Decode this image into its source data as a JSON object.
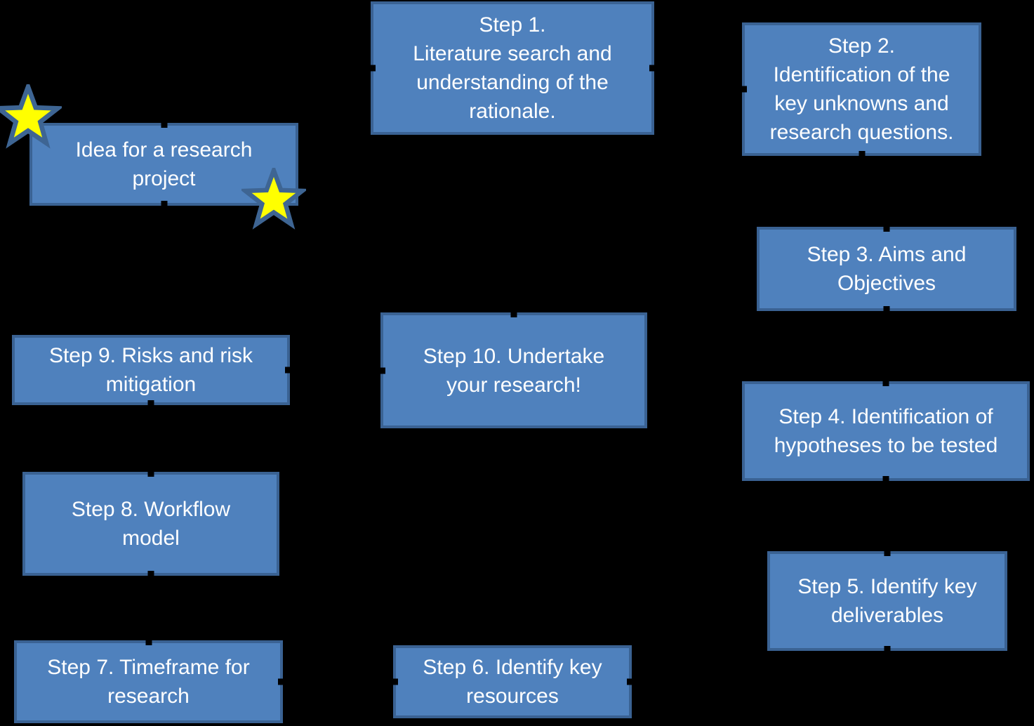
{
  "diagram": {
    "description": "Research project steps flowchart",
    "colors": {
      "background": "#000000",
      "box_fill": "#4F81BD",
      "box_border": "#3A6293",
      "box_text": "#FFFFFF",
      "star_fill": "#FFFF00",
      "star_border": "#3E6593",
      "anchor": "#000000"
    },
    "boxes": [
      {
        "id": "idea",
        "text": "Idea for a research\nproject",
        "anchors": [
          "top",
          "bottom"
        ]
      },
      {
        "id": "step1",
        "text": "Step 1.\nLiterature search and\nunderstanding of the\nrationale.",
        "anchors": [
          "left",
          "right"
        ]
      },
      {
        "id": "step2",
        "text": "Step 2.\nIdentification of the\nkey unknowns and\nresearch questions.",
        "anchors": [
          "left",
          "bottom"
        ]
      },
      {
        "id": "step3",
        "text": "Step 3. Aims and\nObjectives",
        "anchors": [
          "top",
          "bottom"
        ]
      },
      {
        "id": "step4",
        "text": "Step 4. Identification of\nhypotheses to be tested",
        "anchors": [
          "top",
          "bottom"
        ]
      },
      {
        "id": "step5",
        "text": "Step 5. Identify key\ndeliverables",
        "anchors": [
          "top",
          "bottom"
        ]
      },
      {
        "id": "step6",
        "text": "Step 6. Identify key\nresources",
        "anchors": [
          "left",
          "right"
        ]
      },
      {
        "id": "step7",
        "text": "Step 7. Timeframe for\nresearch",
        "anchors": [
          "top",
          "right"
        ]
      },
      {
        "id": "step8",
        "text": "Step 8. Workflow\nmodel",
        "anchors": [
          "top",
          "bottom"
        ]
      },
      {
        "id": "step9",
        "text": "Step 9.  Risks and risk\nmitigation",
        "anchors": [
          "bottom",
          "right"
        ]
      },
      {
        "id": "step10",
        "text": "Step 10. Undertake\nyour research!",
        "anchors": [
          "top",
          "left"
        ]
      }
    ],
    "stars": [
      {
        "id": "star-1",
        "position": "idea-box-top-left"
      },
      {
        "id": "star-2",
        "position": "idea-box-bottom-right"
      }
    ]
  }
}
